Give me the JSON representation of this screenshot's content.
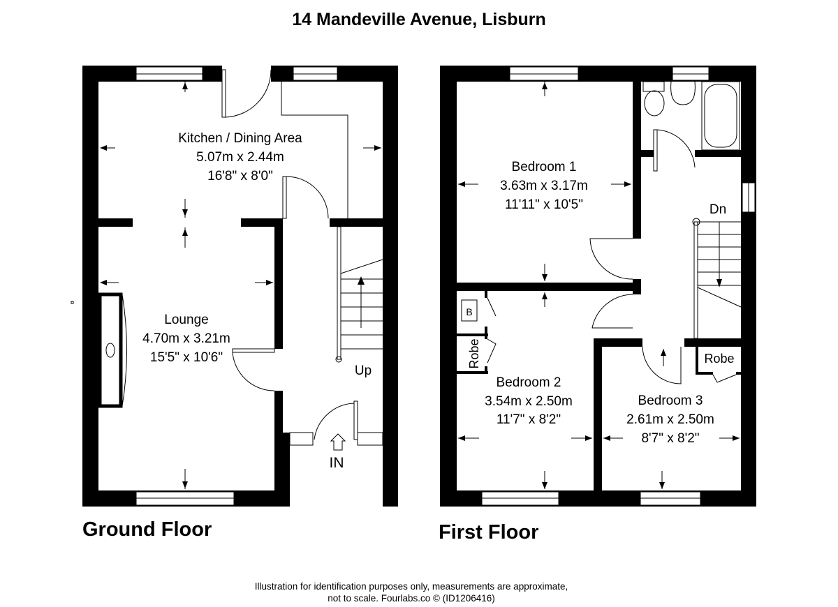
{
  "title": "14 Mandeville Avenue, Lisburn",
  "ground_floor": {
    "label": "Ground Floor",
    "rooms": [
      {
        "name": "Kitchen / Dining Area",
        "metric": "5.07m x 2.44m",
        "imperial": "16'8\" x 8'0\""
      },
      {
        "name": "Lounge",
        "metric": "4.70m x 3.21m",
        "imperial": "15'5\" x 10'6\""
      }
    ],
    "stairs_label": "Up",
    "entrance_label": "IN"
  },
  "first_floor": {
    "label": "First Floor",
    "rooms": [
      {
        "name": "Bedroom 1",
        "metric": "3.63m x 3.17m",
        "imperial": "11'11\" x 10'5\""
      },
      {
        "name": "Bedroom 2",
        "metric": "3.54m x 2.50m",
        "imperial": "11'7\" x 8'2\""
      },
      {
        "name": "Bedroom 3",
        "metric": "2.61m x 2.50m",
        "imperial": "8'7\" x 8'2\""
      }
    ],
    "stairs_label": "Dn",
    "boiler_label": "B",
    "robe_labels": [
      "Robe",
      "Robe"
    ]
  },
  "footer": {
    "line1": "Illustration for identification purposes only, measurements are approximate,",
    "line2": "not to scale. Fourlabs.co © (ID1206416)"
  }
}
